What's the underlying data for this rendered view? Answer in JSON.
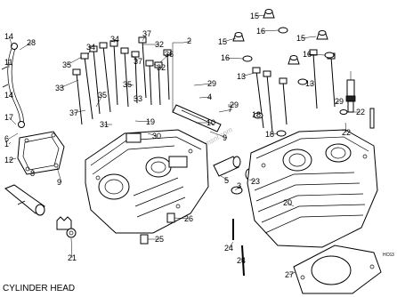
{
  "caption": "CYLINDER HEAD",
  "diagram_code": "HC63",
  "watermark": "www.cmsnl.com",
  "callouts": [
    "15",
    "16",
    "15",
    "16",
    "15",
    "16",
    "2",
    "28",
    "37",
    "34",
    "34",
    "32",
    "36",
    "32",
    "35",
    "33",
    "37",
    "35",
    "35",
    "33",
    "29",
    "4",
    "7",
    "37",
    "31",
    "19",
    "30",
    "10",
    "29",
    "9",
    "14",
    "11",
    "14",
    "13",
    "17",
    "13",
    "18",
    "18",
    "22",
    "22",
    "29",
    "6",
    "8",
    "9",
    "5",
    "3",
    "23",
    "1",
    "12",
    "26",
    "25",
    "24",
    "21",
    "24",
    "27",
    "20"
  ]
}
